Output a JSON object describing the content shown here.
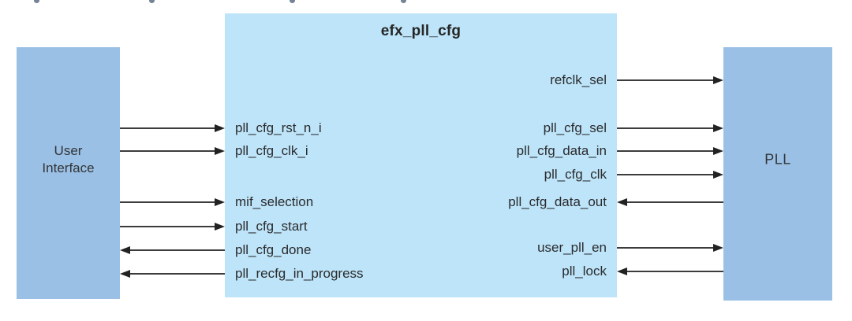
{
  "diagram": {
    "center_block": {
      "title": "efx_pll_cfg"
    },
    "user_interface_block": {
      "label_lines": [
        "User",
        "Interface"
      ]
    },
    "pll_block": {
      "label": "PLL"
    },
    "left_signals": [
      {
        "label": "pll_cfg_rst_n_i",
        "direction": "into-center"
      },
      {
        "label": "pll_cfg_clk_i",
        "direction": "into-center"
      },
      {
        "label": "mif_selection",
        "direction": "into-center"
      },
      {
        "label": "pll_cfg_start",
        "direction": "into-center"
      },
      {
        "label": "pll_cfg_done",
        "direction": "out-to-user-interface"
      },
      {
        "label": "pll_recfg_in_progress",
        "direction": "out-to-user-interface"
      }
    ],
    "right_signals": [
      {
        "label": "refclk_sel",
        "direction": "out-to-pll"
      },
      {
        "label": "pll_cfg_sel",
        "direction": "out-to-pll"
      },
      {
        "label": "pll_cfg_data_in",
        "direction": "out-to-pll"
      },
      {
        "label": "pll_cfg_clk",
        "direction": "out-to-pll"
      },
      {
        "label": "pll_cfg_data_out",
        "direction": "in-from-pll"
      },
      {
        "label": "user_pll_en",
        "direction": "out-to-pll"
      },
      {
        "label": "pll_lock",
        "direction": "in-from-pll"
      }
    ],
    "colors": {
      "side_block_fill": "#9AC0E5",
      "center_block_fill": "#BDE4F8",
      "arrow": "#3C3C3C",
      "text": "#262626"
    }
  }
}
